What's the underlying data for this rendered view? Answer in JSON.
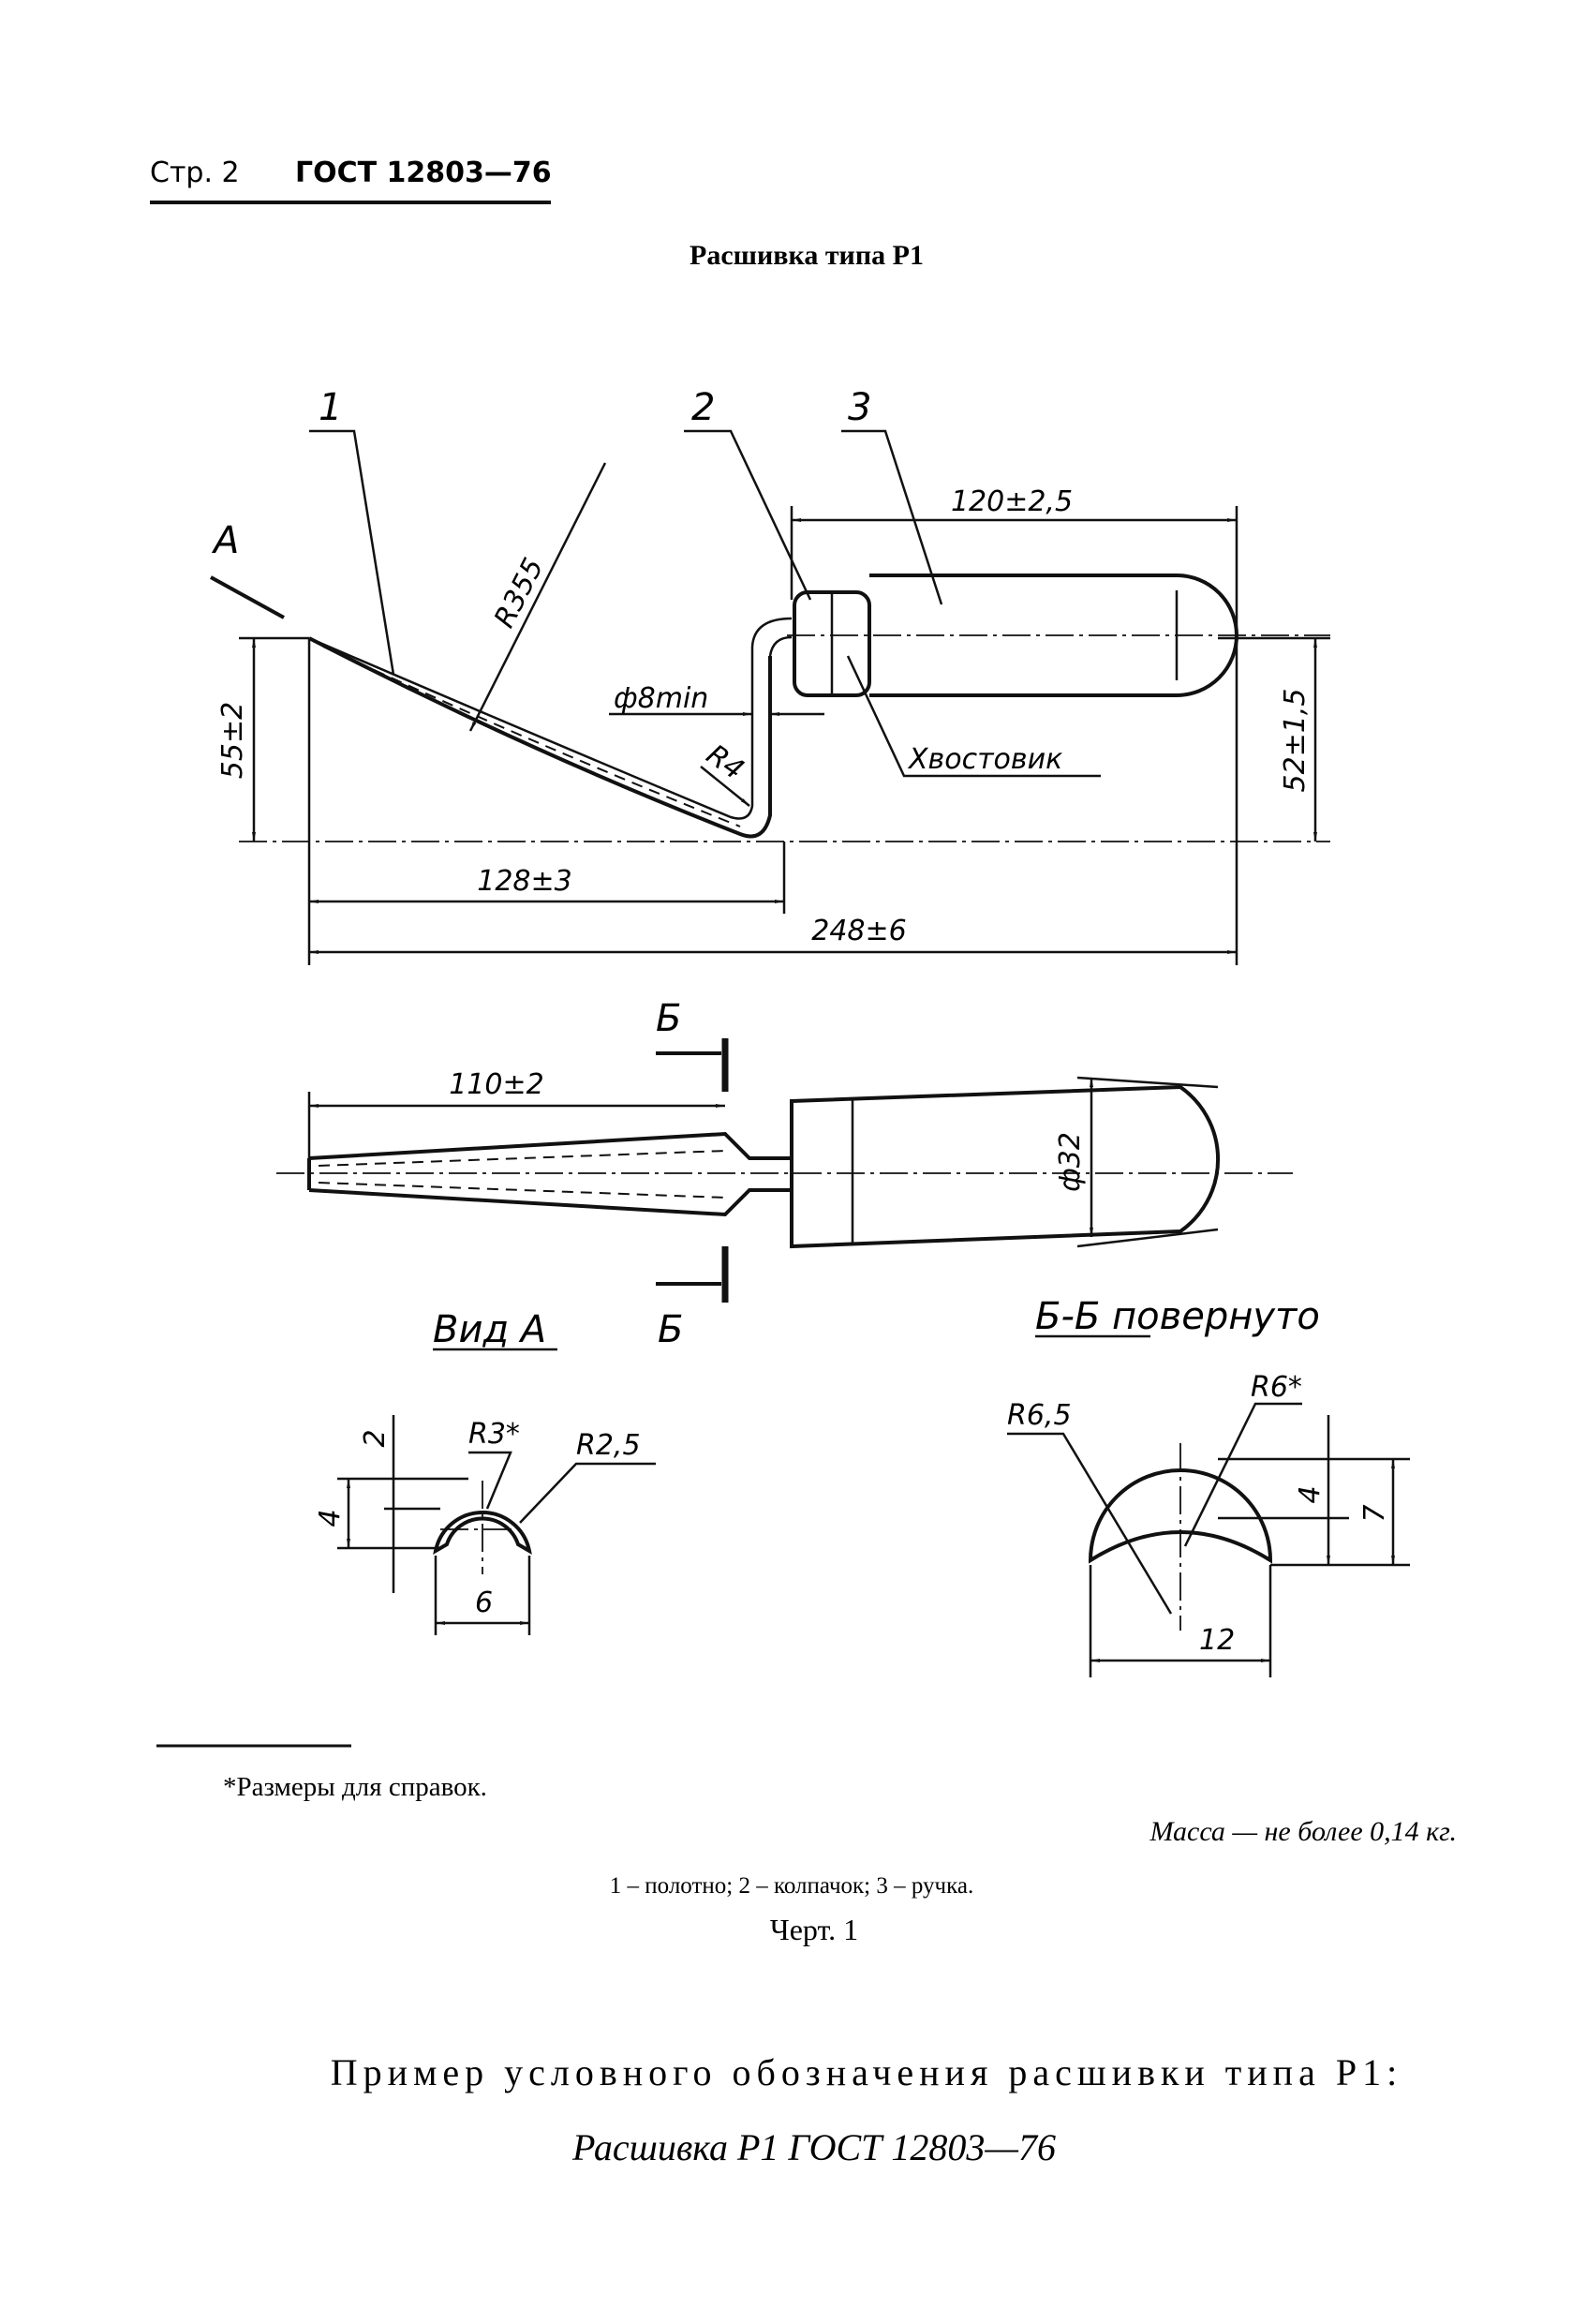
{
  "header": {
    "page": "Стр. 2",
    "standard": "ГОСТ 12803—76"
  },
  "title": "Расшивка типа Р1",
  "drawing": {
    "part_labels": [
      "1",
      "2",
      "3"
    ],
    "view_arrow": "А",
    "dimensions": {
      "handle_length": "120±2,5",
      "height_left": "55±2",
      "height_right": "52±1,5",
      "blade_length": "128±3",
      "total_length": "248±6",
      "radius_blade": "R355",
      "shank_diameter": "ф8min",
      "radius_bend": "R4",
      "shank_label": "Хвостовик",
      "top_length": "110±2",
      "handle_diameter": "ф32"
    },
    "section_mark": "Б",
    "view_a": {
      "title": "Вид А",
      "dims": [
        "2",
        "4",
        "6"
      ],
      "radii": [
        "R3*",
        "R2,5"
      ]
    },
    "section_bb": {
      "title": "Б-Б повернуто",
      "dims": [
        "4",
        "7",
        "12"
      ],
      "radii": [
        "R6,5",
        "R6*"
      ]
    }
  },
  "footnote": "*Размеры для справок.",
  "mass": "Масса — не более 0,14 кг.",
  "legend": "1 – полотно; 2 – колпачок; 3 – ручка.",
  "figure_caption": "Черт. 1",
  "example_heading": "Пример условного обозначения расшивки типа Р1:",
  "example_designation": "Расшивка Р1 ГОСТ 12803—76"
}
